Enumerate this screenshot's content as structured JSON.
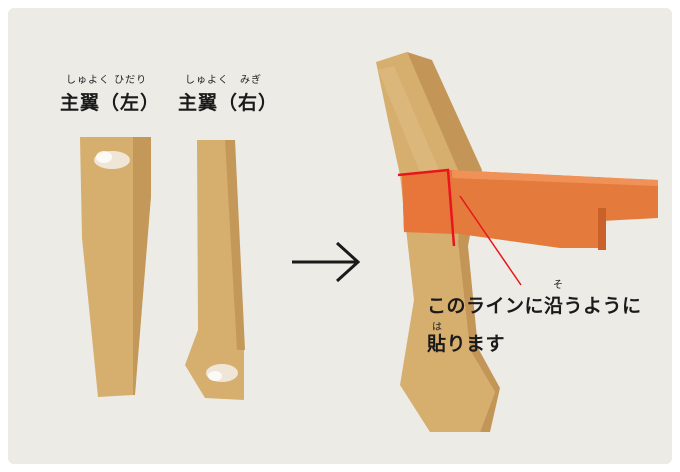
{
  "left_wing": {
    "ruby_reading": "しゅよく ひだり",
    "title": "主翼（左）"
  },
  "right_wing": {
    "ruby_reading": "しゅよく　みぎ",
    "title": "主翼（右）"
  },
  "instruction": {
    "ruby_so": "そ",
    "line1": "このラインに沿うように",
    "ruby_ha": "は",
    "line2": "貼ります"
  },
  "colors": {
    "background_panel": "#ecebe6",
    "cardboard": "#d6ae6e",
    "orange_wing": "#e47a3b",
    "guide_line": "#e8161c"
  }
}
